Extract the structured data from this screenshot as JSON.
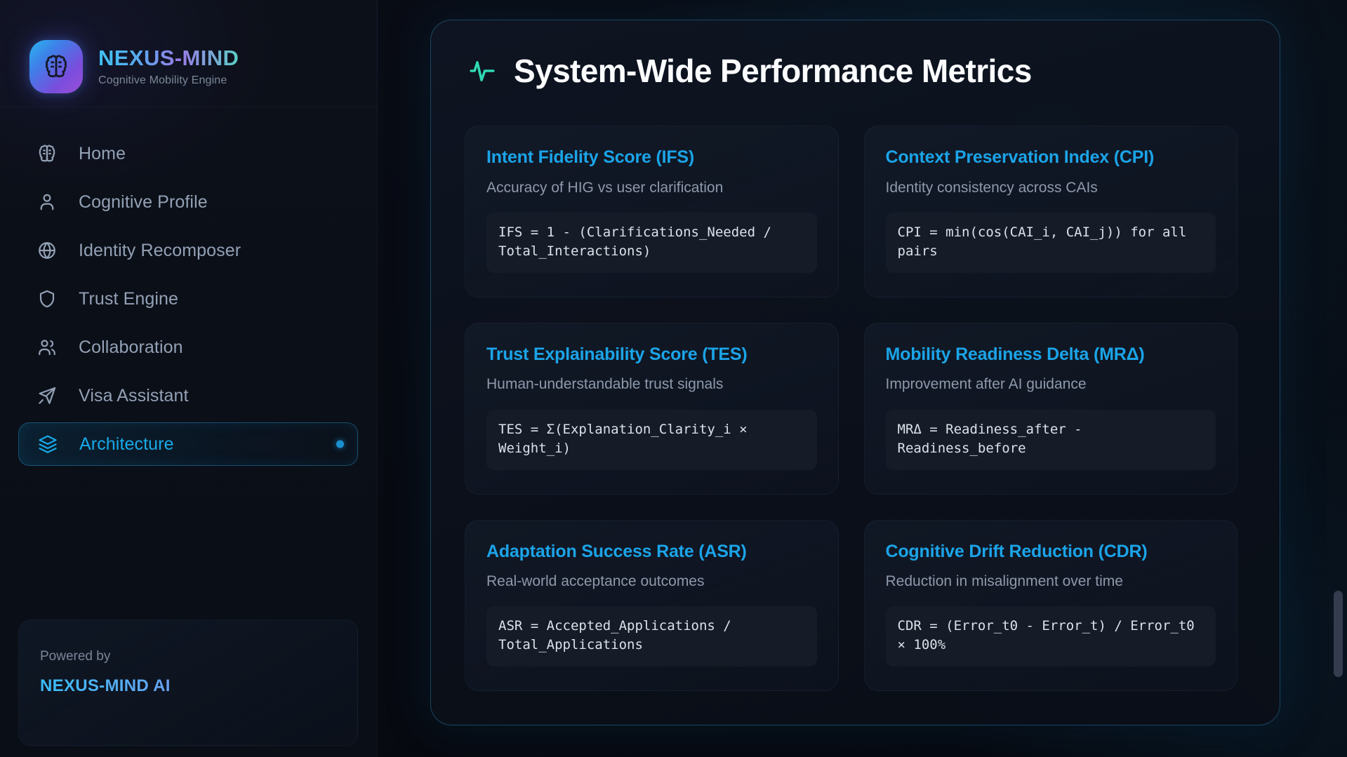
{
  "brand": {
    "logo_icon": "brain-icon",
    "title": "NEXUS-MIND",
    "subtitle": "Cognitive Mobility Engine"
  },
  "sidebar": {
    "items": [
      {
        "label": "Home",
        "icon": "brain-icon",
        "active": false
      },
      {
        "label": "Cognitive Profile",
        "icon": "user-icon",
        "active": false
      },
      {
        "label": "Identity Recomposer",
        "icon": "globe-icon",
        "active": false
      },
      {
        "label": "Trust Engine",
        "icon": "shield-icon",
        "active": false
      },
      {
        "label": "Collaboration",
        "icon": "users-icon",
        "active": false
      },
      {
        "label": "Visa Assistant",
        "icon": "plane-icon",
        "active": false
      },
      {
        "label": "Architecture",
        "icon": "layers-icon",
        "active": true
      }
    ],
    "footer": {
      "powered_label": "Powered by",
      "powered_brand": "NEXUS-MIND AI"
    }
  },
  "main": {
    "header": {
      "icon": "activity-pulse-icon",
      "title": "System-Wide Performance Metrics"
    },
    "metrics": [
      {
        "title": "Intent Fidelity Score (IFS)",
        "description": "Accuracy of HIG vs user clarification",
        "formula": "IFS = 1 - (Clarifications_Needed / Total_Interactions)"
      },
      {
        "title": "Context Preservation Index (CPI)",
        "description": "Identity consistency across CAIs",
        "formula": "CPI = min(cos(CAI_i, CAI_j)) for all pairs"
      },
      {
        "title": "Trust Explainability Score (TES)",
        "description": "Human-understandable trust signals",
        "formula": "TES = Σ(Explanation_Clarity_i × Weight_i)"
      },
      {
        "title": "Mobility Readiness Delta (MRΔ)",
        "description": "Improvement after AI guidance",
        "formula": "MRΔ = Readiness_after - Readiness_before"
      },
      {
        "title": "Adaptation Success Rate (ASR)",
        "description": "Real-world acceptance outcomes",
        "formula": "ASR = Accepted_Applications / Total_Applications"
      },
      {
        "title": "Cognitive Drift Reduction (CDR)",
        "description": "Reduction in misalignment over time",
        "formula": "CDR = (Error_t0 - Error_t) / Error_t0 × 100%"
      }
    ]
  },
  "colors": {
    "accent_cyan": "#1ba4e8",
    "accent_purple": "#9b4fd6",
    "pulse_teal": "#2fd9b4",
    "page_bg": "#080b12",
    "sidebar_bg": "#0b0f18",
    "card_bg": "#141c2a",
    "formula_bg": "#161c27"
  }
}
